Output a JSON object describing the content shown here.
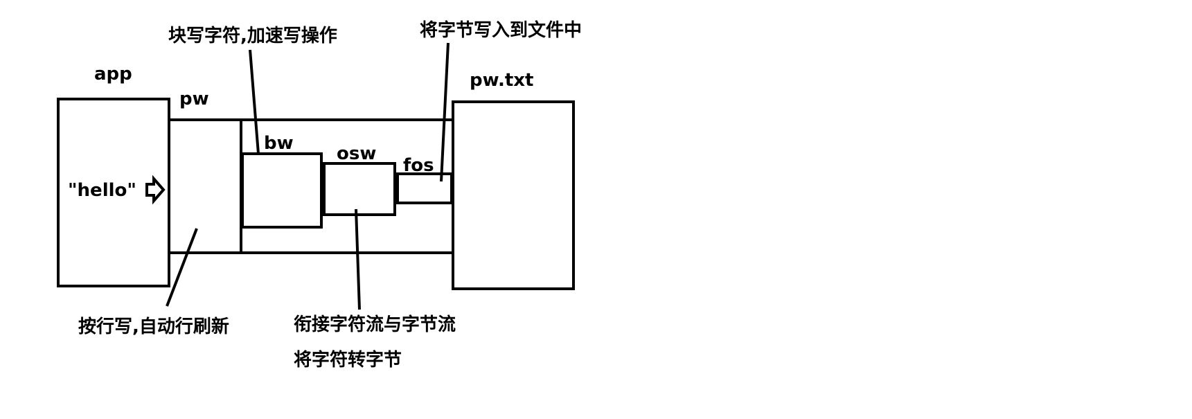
{
  "labels": {
    "app": "app",
    "pw": "pw",
    "bw": "bw",
    "osw": "osw",
    "fos": "fos",
    "file": "pw.txt",
    "hello": "\"hello\""
  },
  "notes": {
    "bw_note": "块写字符,加速写操作",
    "fos_note": "将字节写入到文件中",
    "pw_note": "按行写,自动行刷新",
    "osw_note_1": "衔接字符流与字节流",
    "osw_note_2": "将字符转字节"
  }
}
